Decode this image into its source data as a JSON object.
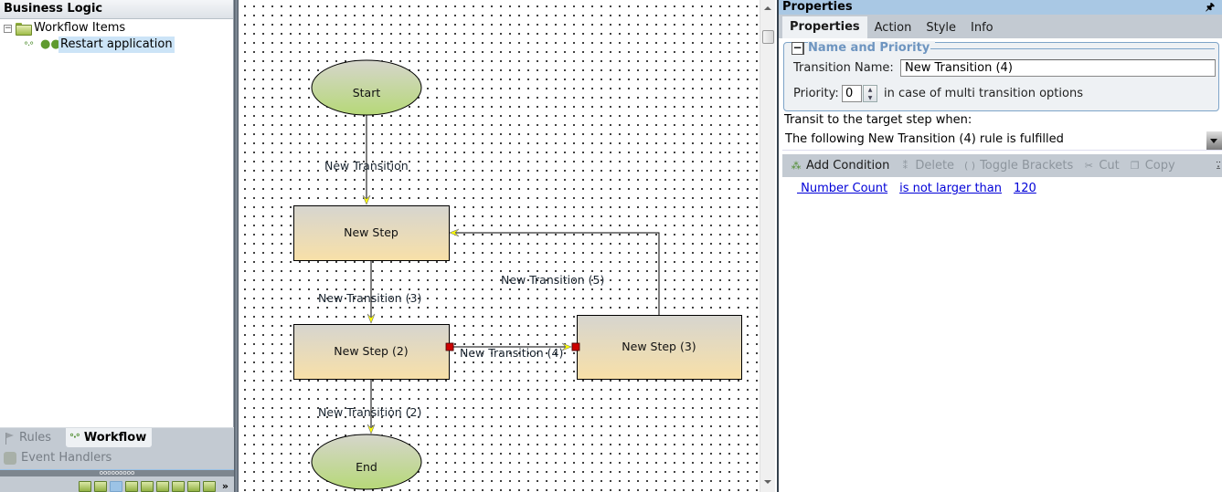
{
  "left_panel": {
    "title": "Business Logic",
    "tree": {
      "root": {
        "label": "Workflow Items",
        "icon": "folder-icon",
        "expanded": true,
        "expander": "−"
      },
      "children": [
        {
          "label": "Restart application",
          "icon": "workflow-users-icon",
          "selected": true
        }
      ]
    },
    "tabs": [
      {
        "label": "Rules",
        "icon": "flag-icon",
        "active": false
      },
      {
        "label": "Workflow",
        "icon": "workflow-icon",
        "active": true
      },
      {
        "label": "Event Handlers",
        "icon": "event-handler-icon",
        "active": false
      }
    ],
    "splitter_grip": "ooooooooo",
    "toolbar_overflow": "»"
  },
  "diagram": {
    "nodes": [
      {
        "id": "start",
        "type": "terminal",
        "label": "Start"
      },
      {
        "id": "step1",
        "type": "step",
        "label": "New Step"
      },
      {
        "id": "step2",
        "type": "step",
        "label": "New Step (2)"
      },
      {
        "id": "step3",
        "type": "step",
        "label": "New Step (3)"
      },
      {
        "id": "end",
        "type": "terminal",
        "label": "End"
      }
    ],
    "edges": [
      {
        "from": "start",
        "to": "step1",
        "label": "New Transition",
        "selected": false
      },
      {
        "from": "step1",
        "to": "step2",
        "label": "New Transition (3)",
        "selected": false
      },
      {
        "from": "step2",
        "to": "step3",
        "label": "New Transition (4)",
        "selected": true
      },
      {
        "from": "step3",
        "to": "step1",
        "label": "New Transition (5)",
        "selected": false
      },
      {
        "from": "step2",
        "to": "end",
        "label": "New Transition (2)",
        "selected": false
      }
    ]
  },
  "properties": {
    "title": "Properties",
    "pin_icon": "pin-icon",
    "tabs": [
      {
        "label": "Properties",
        "active": true
      },
      {
        "label": "Action",
        "active": false
      },
      {
        "label": "Style",
        "active": false
      },
      {
        "label": "Info",
        "active": false
      }
    ],
    "group": {
      "title": "Name and Priority",
      "toggle": "−",
      "name_label": "Transition Name:",
      "name_value": "New Transition (4)",
      "priority_label": "Priority:",
      "priority_value": "0",
      "priority_hint": "in case of multi transition options"
    },
    "transit_label": "Transit to the target step when:",
    "transit_condition": "The following New Transition (4) rule is fulfilled",
    "condition_toolbar": [
      {
        "label": "Add Condition",
        "icon": "add-condition-icon",
        "glyph": "⁂",
        "enabled": true
      },
      {
        "label": "Delete",
        "icon": "delete-condition-icon",
        "glyph": "⁑",
        "enabled": false
      },
      {
        "label": "Toggle Brackets",
        "icon": "brackets-icon",
        "glyph": "( )",
        "enabled": false
      },
      {
        "label": "Cut",
        "icon": "cut-icon",
        "glyph": "✂",
        "enabled": false
      },
      {
        "label": "Copy",
        "icon": "copy-icon",
        "glyph": "❐",
        "enabled": false
      }
    ],
    "condition": {
      "field": " Number Count",
      "operator": "is not larger than",
      "value": "120"
    }
  },
  "colors": {
    "selection": "#cce4f7",
    "panel_header": "#a9c8e4",
    "toolbar_bg": "#c3cad2",
    "link": "#0000d8",
    "group_title": "#6e95c0",
    "handle": "#cc0000",
    "arrow_head": "#ffff00"
  }
}
